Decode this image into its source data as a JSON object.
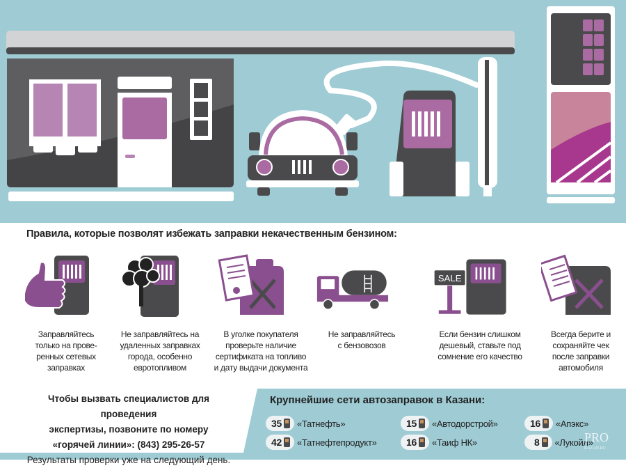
{
  "heading": "Правила, которые позволят избежать заправки некачественным бензином:",
  "rules": [
    {
      "icon": "thumbs-up-pump-icon",
      "text": [
        "Заправляйтесь",
        "только на прове-",
        "ренных сетевых",
        "заправках"
      ]
    },
    {
      "icon": "tree-pump-icon",
      "text": [
        "Не заправляйтесь на",
        "удаленных заправках",
        "города, особенно",
        "евротопливом"
      ]
    },
    {
      "icon": "certificate-canister-icon",
      "text": [
        "В уголке покупателя",
        "проверьте наличие",
        "сертификата на топливо",
        "и дату выдачи документа"
      ]
    },
    {
      "icon": "fuel-truck-icon",
      "text": [
        "Не заправляйтесь",
        "с бензовозов"
      ]
    },
    {
      "icon": "sale-pump-icon",
      "sale_label": "SALE",
      "text": [
        "Если бензин слишком",
        "дешевый, ставьте под",
        "сомнение его качество"
      ]
    },
    {
      "icon": "receipt-canister-icon",
      "text": [
        "Всегда берите и",
        "сохраняйте чек",
        "после заправки",
        "автомобиля"
      ]
    }
  ],
  "hotline": {
    "line1": "Чтобы вызвать специалистов для проведения",
    "line2": "экспертизы, позвоните по номеру",
    "line3": "«горячей линии»: (843) 295-26-57",
    "line4": "Результаты проверки уже на следующий день."
  },
  "chains": {
    "title": "Крупнейшие сети автозаправок в Казани:",
    "items": [
      {
        "count": "35",
        "name": "«Татнефть»"
      },
      {
        "count": "42",
        "name": "«Татнефтепродукт»"
      },
      {
        "count": "15",
        "name": "«Автодорстрой»"
      },
      {
        "count": "16",
        "name": "«Таиф НК»"
      },
      {
        "count": "16",
        "name": "«Апэкс»"
      },
      {
        "count": "8",
        "name": "«Лукойл»"
      }
    ]
  },
  "watermark": {
    "main": "PRO",
    "sub": "KAZAN.RU"
  },
  "colors": {
    "sky": "#9ecbd4",
    "dark": "#4a4a4c",
    "purple": "#8a4f8e",
    "light_purple": "#b07aab",
    "magenta": "#a8388e"
  }
}
